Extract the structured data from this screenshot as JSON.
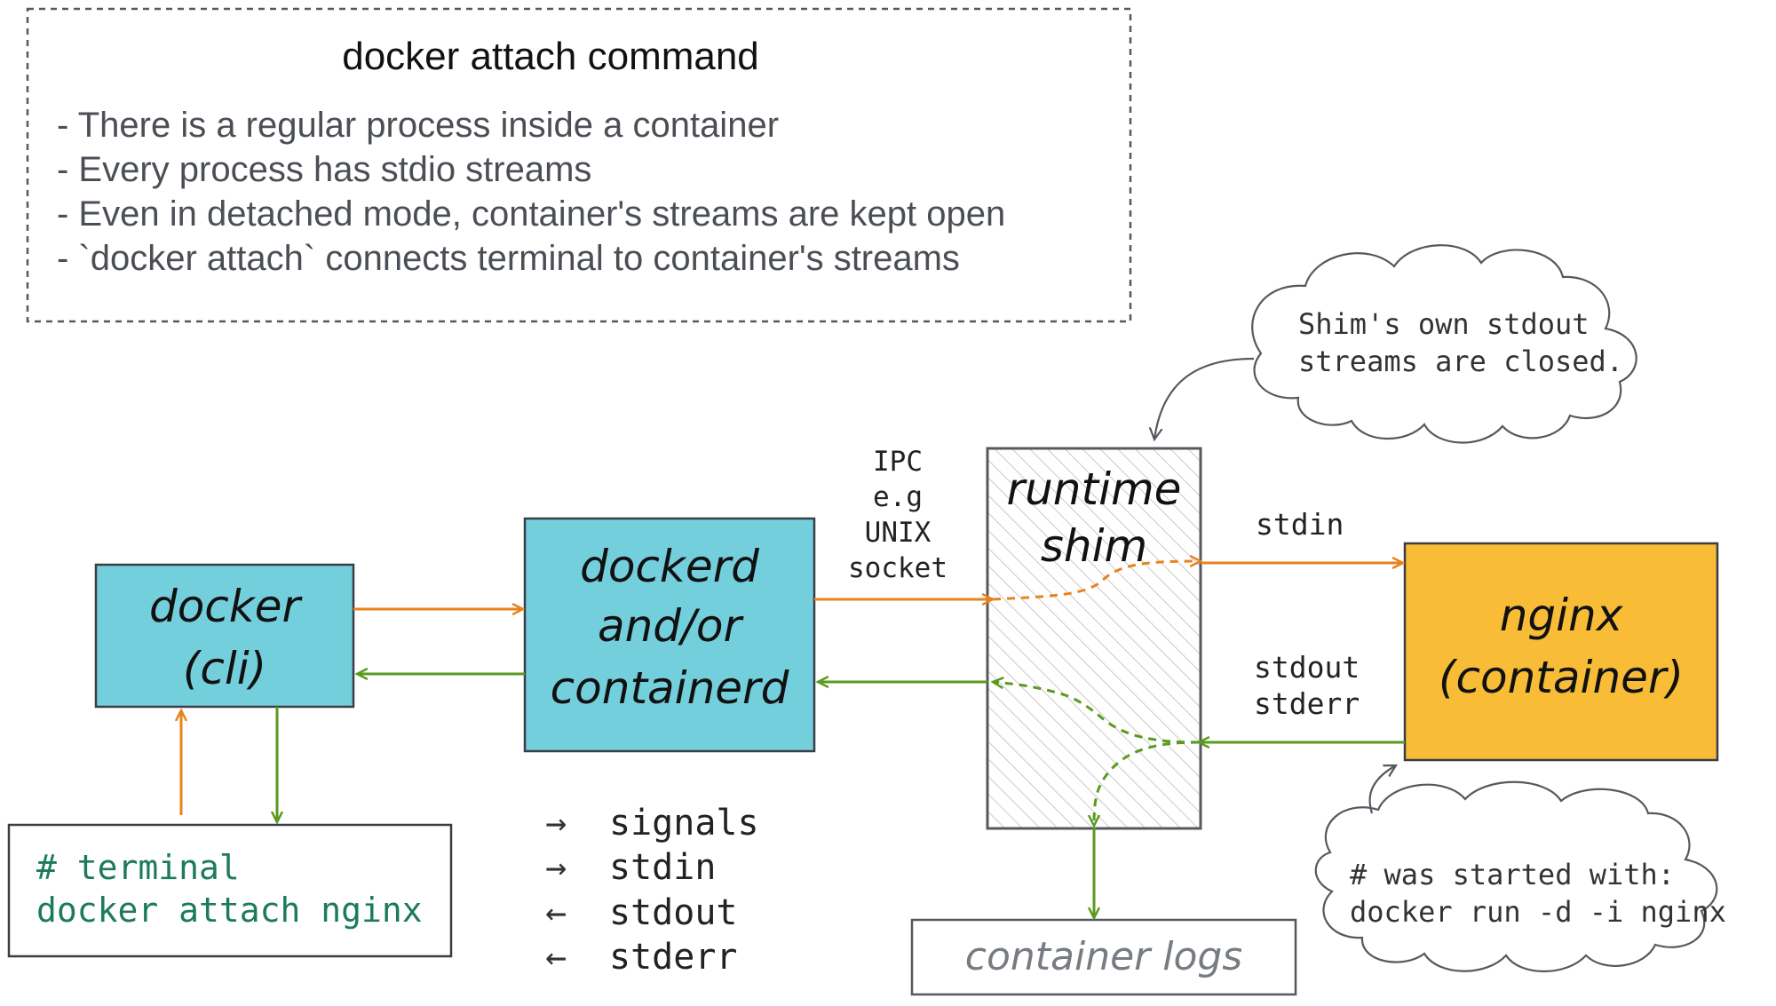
{
  "info_box": {
    "title": "docker attach command",
    "bullets": [
      "- There is a regular process inside a container",
      "- Every process has stdio streams",
      "- Even in detached mode, container's streams are kept open",
      "- `docker attach` connects terminal to container's streams"
    ]
  },
  "nodes": {
    "docker_cli": {
      "line1": "docker",
      "line2": "(cli)",
      "fill": "#74cfdc"
    },
    "dockerd": {
      "line1": "dockerd",
      "line2": "and/or",
      "line3": "containerd",
      "fill": "#74cfdc"
    },
    "shim": {
      "line1": "runtime",
      "line2": "shim"
    },
    "nginx": {
      "line1": "nginx",
      "line2": "(container)",
      "fill": "#f8bc36"
    },
    "terminal": {
      "line1": "# terminal",
      "line2": "docker attach nginx",
      "text_color": "#1c7a5e"
    },
    "logs": {
      "label": "container logs"
    }
  },
  "labels": {
    "ipc": [
      "IPC",
      "e.g",
      "UNIX",
      "socket"
    ],
    "stdin": "stdin",
    "stdout_stderr": [
      "stdout",
      "stderr"
    ]
  },
  "clouds": {
    "shim_note": [
      "Shim's own stdout",
      "streams are closed."
    ],
    "nginx_note": [
      "# was started with:",
      "docker run -d -i nginx"
    ]
  },
  "legend": [
    {
      "arrow": "→",
      "label": "signals"
    },
    {
      "arrow": "→",
      "label": "stdin"
    },
    {
      "arrow": "←",
      "label": "stdout"
    },
    {
      "arrow": "←",
      "label": "stderr"
    }
  ],
  "colors": {
    "orange": "#e8821d",
    "green": "#5a9a1f",
    "outline": "#3a3d45",
    "text": "#222222",
    "muted_text": "#55595f"
  }
}
